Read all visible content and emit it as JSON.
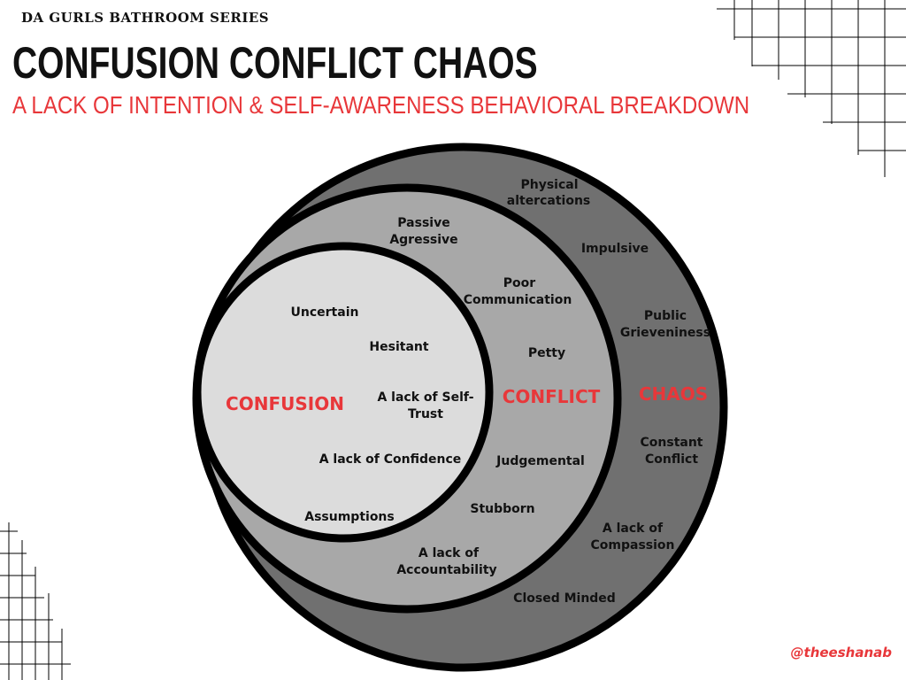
{
  "header": {
    "series": "DA GURLS BATHROOM SERIES",
    "title": "CONFUSION CONFLICT CHAOS",
    "subtitle": "A LACK OF INTENTION & SELF-AWARENESS BEHAVIORAL BREAKDOWN"
  },
  "colors": {
    "accent": "#e8373a",
    "outer": "#707070",
    "middle": "#a8a8a8",
    "inner": "#dcdcdc",
    "stroke": "#000000"
  },
  "diagram": {
    "confusion": {
      "title": "CONFUSION",
      "items": [
        "Uncertain",
        "Hesitant",
        "A lack of Self-",
        "Trust",
        "A lack of Confidence",
        "Assumptions"
      ]
    },
    "conflict": {
      "title": "CONFLICT",
      "items": [
        "Passive",
        "Agressive",
        "Poor",
        "Communication",
        "Petty",
        "Judgemental",
        "Stubborn",
        "A lack of",
        "Accountability"
      ]
    },
    "chaos": {
      "title": "CHAOS",
      "items": [
        "Physical",
        "altercations",
        "Impulsive",
        "Public",
        "Grieveniness",
        "Constant",
        "Conflict",
        "A lack of",
        "Compassion",
        "Closed Minded"
      ]
    }
  },
  "footer": {
    "handle": "@theeshanab"
  }
}
